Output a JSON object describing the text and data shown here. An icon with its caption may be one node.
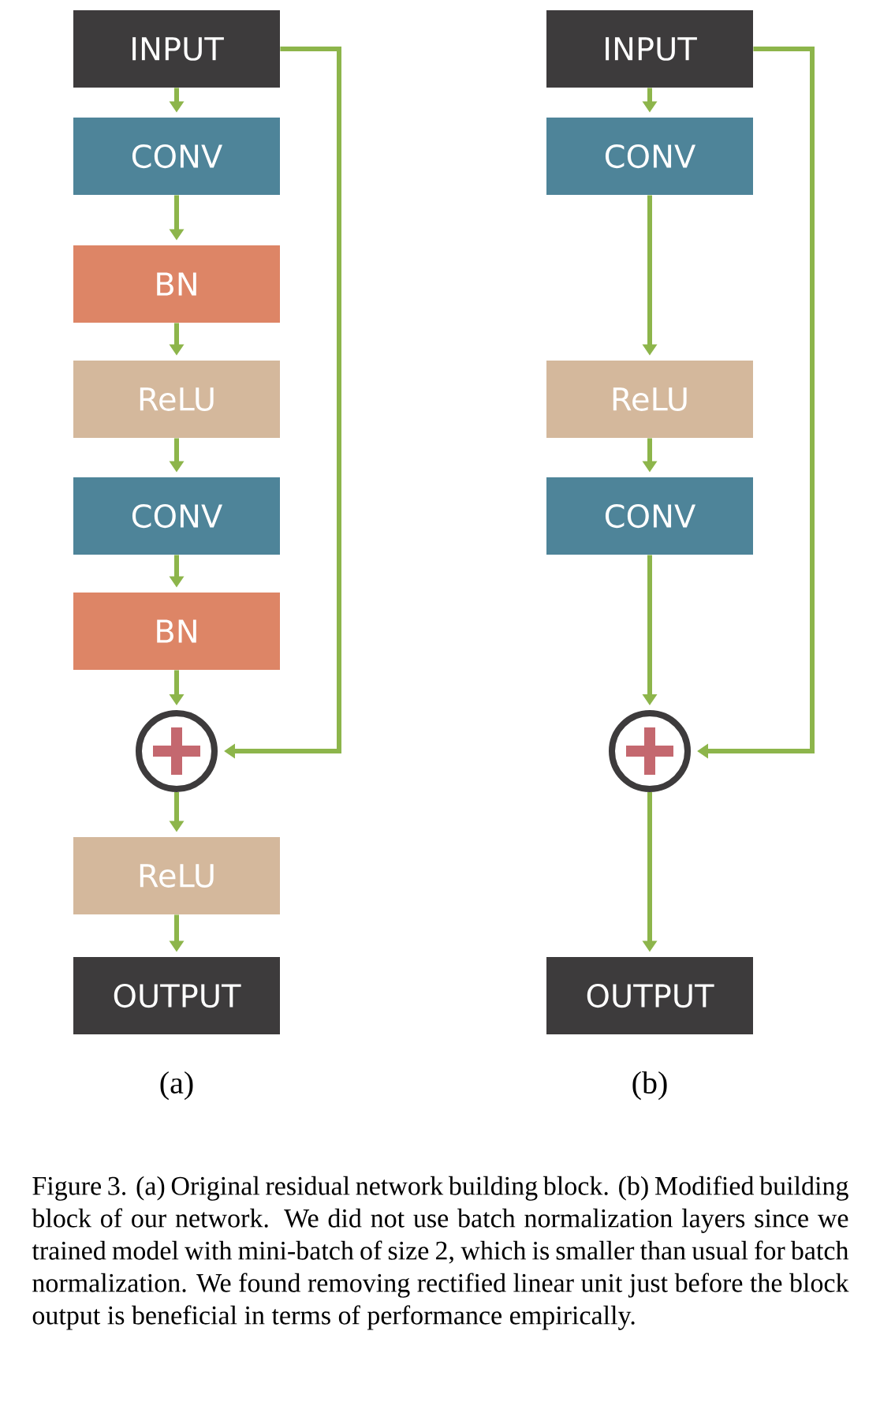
{
  "diagram": {
    "caption": "Figure 3. (a) Original residual network building block. (b) Modified building block of our network. We did not use batch normalization layers since we trained model with mini-batch of size 2, which is smaller than usual for batch normalization. We found removing rectified linear unit just before the block output is beneficial in terms of performance empirically.",
    "nodes": [
      {
        "text": [
          "INPUT"
        ]
      },
      {
        "text": [
          "CONV"
        ]
      },
      {
        "text": [
          "BN"
        ]
      },
      {
        "text": [
          "ReLU"
        ]
      },
      {
        "text": [
          "CONV"
        ]
      },
      {
        "text": [
          "BN"
        ]
      },
      {
        "text": [],
        "shape": "circle"
      },
      {
        "text": [
          "ReLU"
        ]
      },
      {
        "text": [
          "OUTPUT"
        ]
      },
      {
        "text": [
          "INPUT"
        ]
      },
      {
        "text": [
          "CONV"
        ]
      },
      {
        "text": [
          "ReLU"
        ]
      },
      {
        "text": [
          "CONV"
        ]
      },
      {
        "text": [],
        "shape": "circle"
      },
      {
        "text": [
          "OUTPUT"
        ]
      }
    ],
    "edges": [
      {
        "from": 0,
        "to": 1,
        "arrow": "to"
      },
      {
        "from": 1,
        "to": 2,
        "arrow": "to"
      },
      {
        "from": 2,
        "to": 3,
        "arrow": "to"
      },
      {
        "from": 3,
        "to": 4,
        "arrow": "to"
      },
      {
        "from": 4,
        "to": 5,
        "arrow": "to"
      },
      {
        "from": 5,
        "to": 6,
        "arrow": "to"
      },
      {
        "from": 0,
        "to": 6,
        "arrow": "to"
      },
      {
        "from": 6,
        "to": 7,
        "arrow": "to"
      },
      {
        "from": 7,
        "to": 8,
        "arrow": "to"
      },
      {
        "from": 9,
        "to": 10,
        "arrow": "to"
      },
      {
        "from": 10,
        "to": 11,
        "arrow": "to"
      },
      {
        "from": 11,
        "to": 12,
        "arrow": "to"
      },
      {
        "from": 12,
        "to": 13,
        "arrow": "to"
      },
      {
        "from": 9,
        "to": 13,
        "arrow": "to"
      },
      {
        "from": 13,
        "to": 14,
        "arrow": "to"
      }
    ],
    "labels": [
      "(a)",
      "(b)"
    ]
  }
}
